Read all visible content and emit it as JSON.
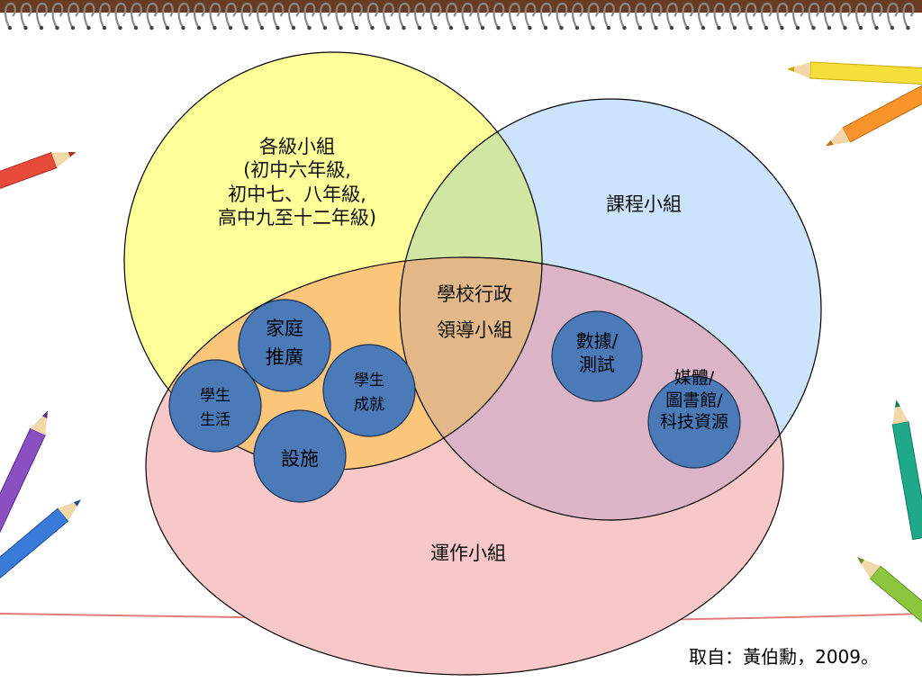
{
  "colors": {
    "yellow_circle": "#ffff99",
    "blue_circle": "#cce4fb",
    "pink_circle": "#f8c8c8",
    "orange_overlap": "#fbc67a",
    "green_overlap": "#d2e6a4",
    "mauve_overlap": "#dcb4c8",
    "center_overlap": "#e2b888",
    "small_circle_fill": "#4a7ab8",
    "line": "#000000",
    "red_line": "#e07c7c"
  },
  "circles": {
    "grade_groups": {
      "title": "各級小組",
      "lines": [
        "(初中六年級,",
        "初中七、八年級,",
        "高中九至十二年級)"
      ]
    },
    "curriculum": {
      "title": "課程小組"
    },
    "operations": {
      "title": "運作小組"
    },
    "center": {
      "lines": [
        "學校行政",
        "領導小組"
      ]
    }
  },
  "small_circles": {
    "family": {
      "lines": [
        "家庭",
        "推廣"
      ]
    },
    "student_life": {
      "lines": [
        "學生",
        "生活"
      ]
    },
    "achievement": {
      "lines": [
        "學生",
        "成就"
      ]
    },
    "facilities": {
      "lines": [
        "設施"
      ]
    },
    "data_test": {
      "lines": [
        "數據/",
        "測試"
      ]
    },
    "media": {
      "lines": [
        "媒體/",
        "圖書館/",
        "科技資源"
      ]
    }
  },
  "source": "取自：黃伯勳，2009。"
}
